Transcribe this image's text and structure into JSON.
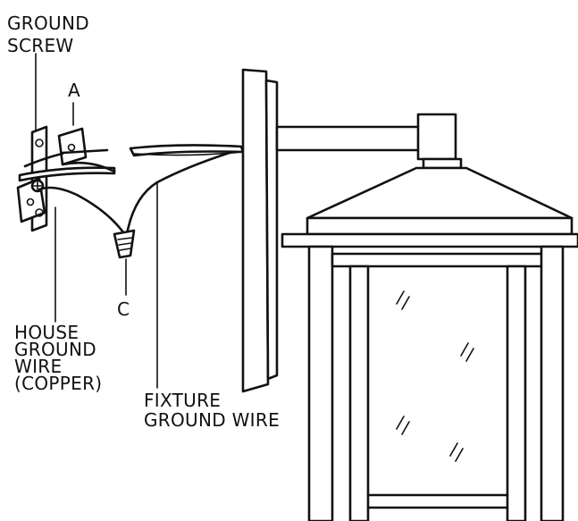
{
  "labels": {
    "ground_screw_line1": "GROUND",
    "ground_screw_line2": "SCREW",
    "a": "A",
    "c": "C",
    "house_line1": "HOUSE",
    "house_line2": "GROUND",
    "house_line3": "WIRE",
    "house_line4": "(COPPER)",
    "fixture_line1": "FIXTURE",
    "fixture_line2": "GROUND WIRE"
  }
}
